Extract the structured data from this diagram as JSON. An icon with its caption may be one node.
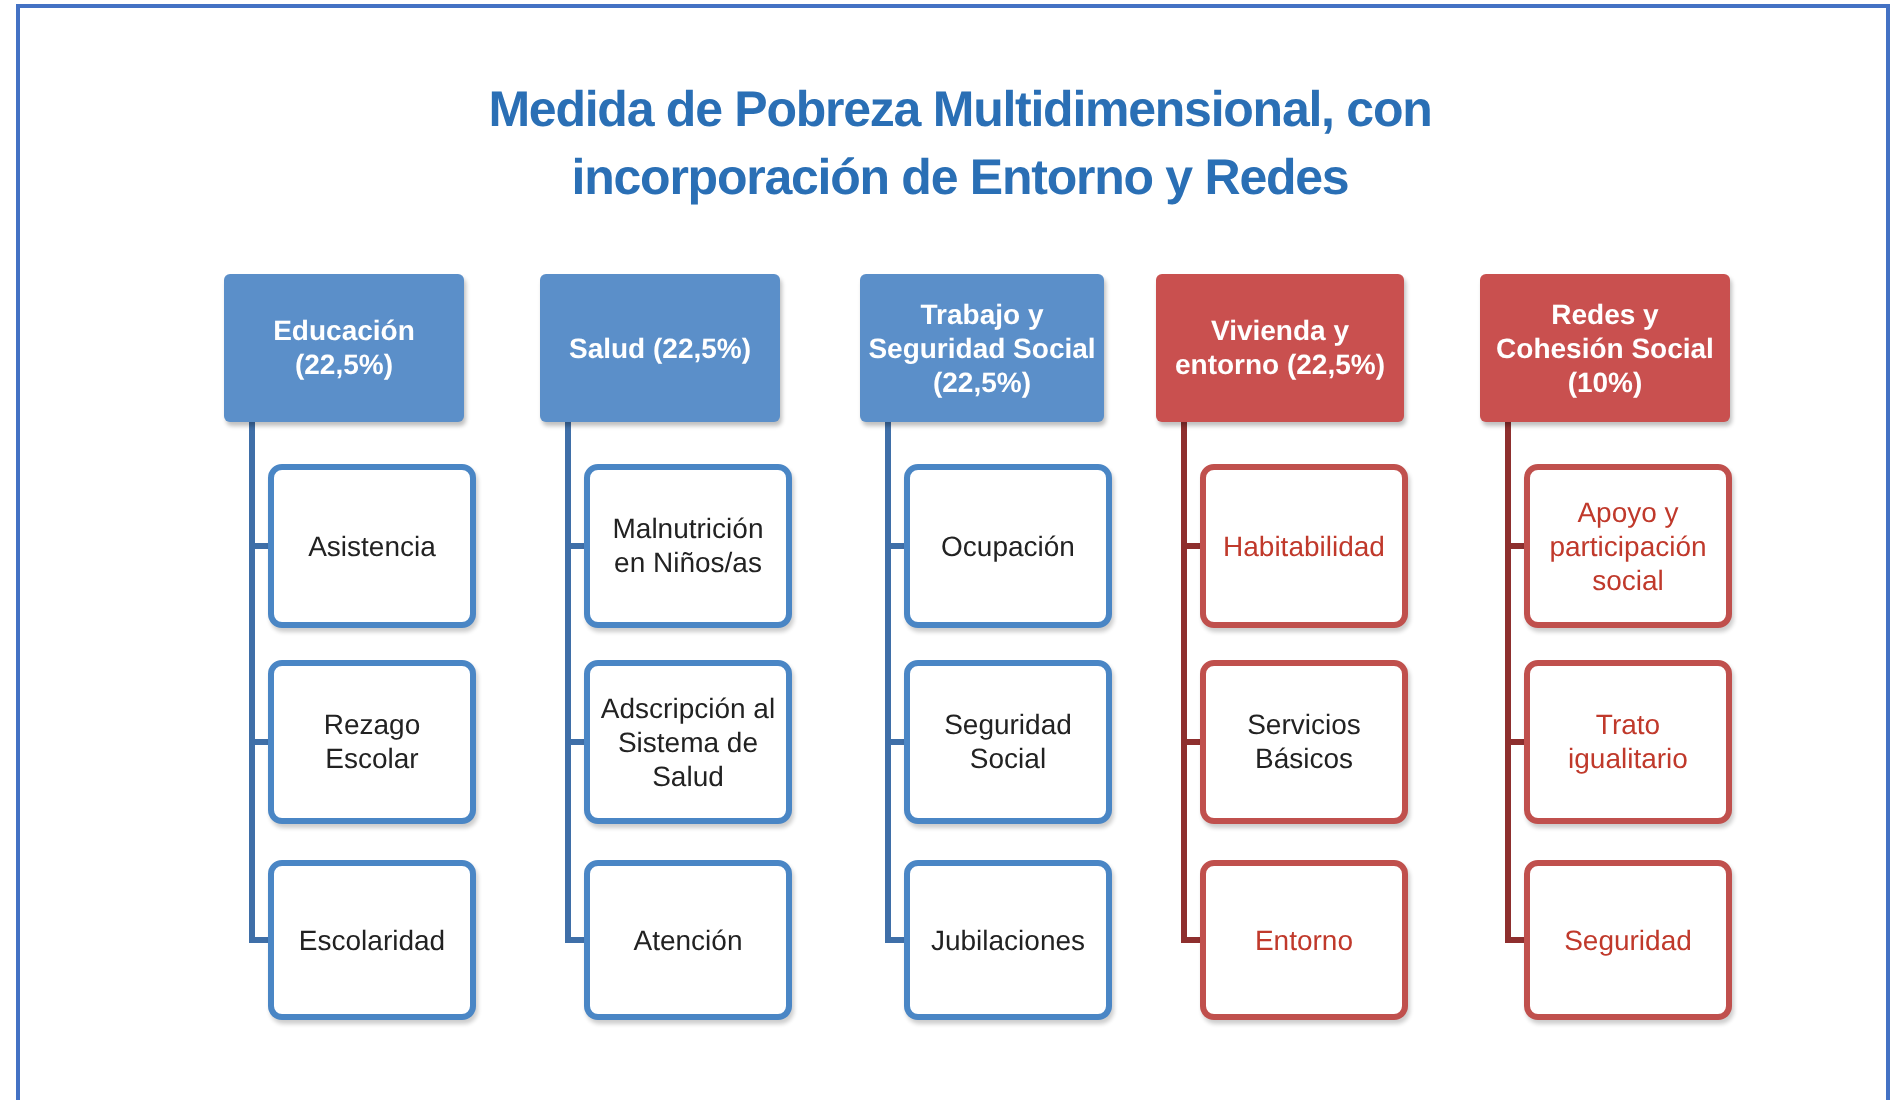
{
  "diagram": {
    "title": "Medida de Pobreza Multidimensional, con incorporación de Entorno y Redes",
    "nodes": [
      {
        "text": [
          "Educación (22,5%)"
        ]
      },
      {
        "text": [
          "Asistencia"
        ]
      },
      {
        "text": [
          "Rezago Escolar"
        ]
      },
      {
        "text": [
          "Escolaridad"
        ]
      },
      {
        "text": [
          "Salud (22,5%)"
        ]
      },
      {
        "text": [
          "Malnutrición en Niños/as"
        ]
      },
      {
        "text": [
          "Adscripción al Sistema de Salud"
        ]
      },
      {
        "text": [
          "Atención"
        ]
      },
      {
        "text": [
          "Trabajo y Seguridad Social (22,5%)"
        ]
      },
      {
        "text": [
          "Ocupación"
        ]
      },
      {
        "text": [
          "Seguridad Social"
        ]
      },
      {
        "text": [
          "Jubilaciones"
        ]
      },
      {
        "text": [
          "Vivienda y entorno (22,5%)"
        ]
      },
      {
        "text": [
          "Habitabilidad"
        ]
      },
      {
        "text": [
          "Servicios Básicos"
        ]
      },
      {
        "text": [
          "Entorno"
        ]
      },
      {
        "text": [
          "Redes y Cohesión Social (10%)"
        ]
      },
      {
        "text": [
          "Apoyo y participación social"
        ]
      },
      {
        "text": [
          "Trato igualitario"
        ]
      },
      {
        "text": [
          "Seguridad"
        ]
      }
    ],
    "edges": [
      {
        "from": 0,
        "to": 1,
        "arrow": "none"
      },
      {
        "from": 0,
        "to": 2,
        "arrow": "none"
      },
      {
        "from": 0,
        "to": 3,
        "arrow": "none"
      },
      {
        "from": 4,
        "to": 5,
        "arrow": "none"
      },
      {
        "from": 4,
        "to": 6,
        "arrow": "none"
      },
      {
        "from": 4,
        "to": 7,
        "arrow": "none"
      },
      {
        "from": 8,
        "to": 9,
        "arrow": "none"
      },
      {
        "from": 8,
        "to": 10,
        "arrow": "none"
      },
      {
        "from": 8,
        "to": 11,
        "arrow": "none"
      },
      {
        "from": 12,
        "to": 13,
        "arrow": "none",
        "color": "#8e2f2e"
      },
      {
        "from": 12,
        "to": 14,
        "arrow": "none",
        "color": "#8e2f2e"
      },
      {
        "from": 12,
        "to": 15,
        "arrow": "none",
        "color": "#8e2f2e"
      },
      {
        "from": 16,
        "to": 17,
        "arrow": "none",
        "color": "#8e2f2e"
      },
      {
        "from": 16,
        "to": 18,
        "arrow": "none",
        "color": "#8e2f2e"
      },
      {
        "from": 16,
        "to": 19,
        "arrow": "none",
        "color": "#8e2f2e"
      }
    ]
  }
}
